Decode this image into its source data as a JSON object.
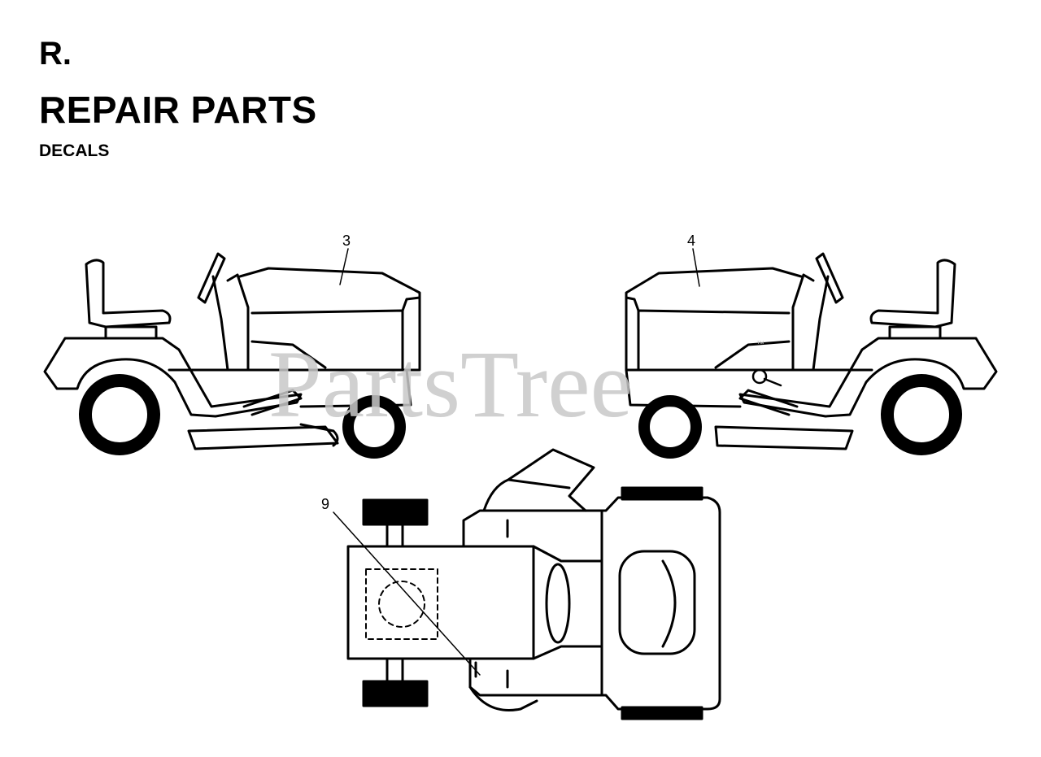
{
  "header": {
    "section": "R.",
    "title": "REPAIR PARTS",
    "subtitle": "DECALS"
  },
  "callouts": {
    "left": "3",
    "right": "4",
    "bottom": "9"
  },
  "watermark": {
    "text": "PartsTree",
    "mark": "™"
  },
  "colors": {
    "ink": "#000000",
    "paper": "#ffffff",
    "watermark": "#c8c8c8"
  }
}
